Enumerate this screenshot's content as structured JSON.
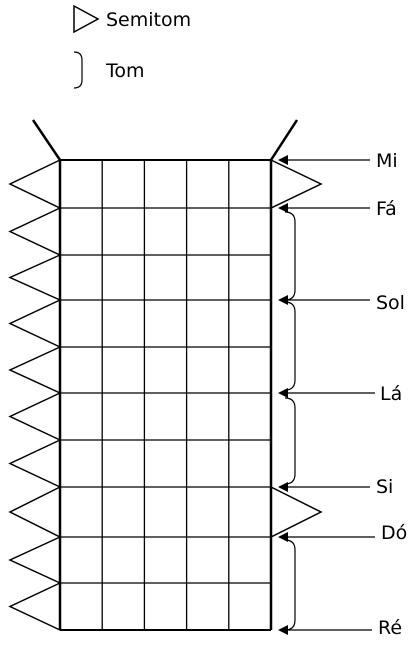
{
  "legend": {
    "semitone_label": "Semitom",
    "semitone_icon": "triangle-outline-icon",
    "tone_label": "Tom",
    "tone_icon": "curly-brace-icon"
  },
  "fretboard": {
    "columns": 5,
    "rows": 10,
    "left_semitone_triangles": 10,
    "nut_posts": 2
  },
  "notes": [
    {
      "name": "Mi",
      "key": "mi"
    },
    {
      "name": "Fá",
      "key": "fa"
    },
    {
      "name": "Sol",
      "key": "sol"
    },
    {
      "name": "Lá",
      "key": "la"
    },
    {
      "name": "Si",
      "key": "si"
    },
    {
      "name": "Dó",
      "key": "do"
    },
    {
      "name": "Ré",
      "key": "re"
    }
  ],
  "intervals": [
    {
      "from": "Mi",
      "to": "Fá",
      "type": "semitom"
    },
    {
      "from": "Fá",
      "to": "Sol",
      "type": "tom"
    },
    {
      "from": "Sol",
      "to": "Lá",
      "type": "tom"
    },
    {
      "from": "Lá",
      "to": "Si",
      "type": "tom"
    },
    {
      "from": "Si",
      "to": "Dó",
      "type": "semitom"
    },
    {
      "from": "Dó",
      "to": "Ré",
      "type": "tom"
    }
  ]
}
